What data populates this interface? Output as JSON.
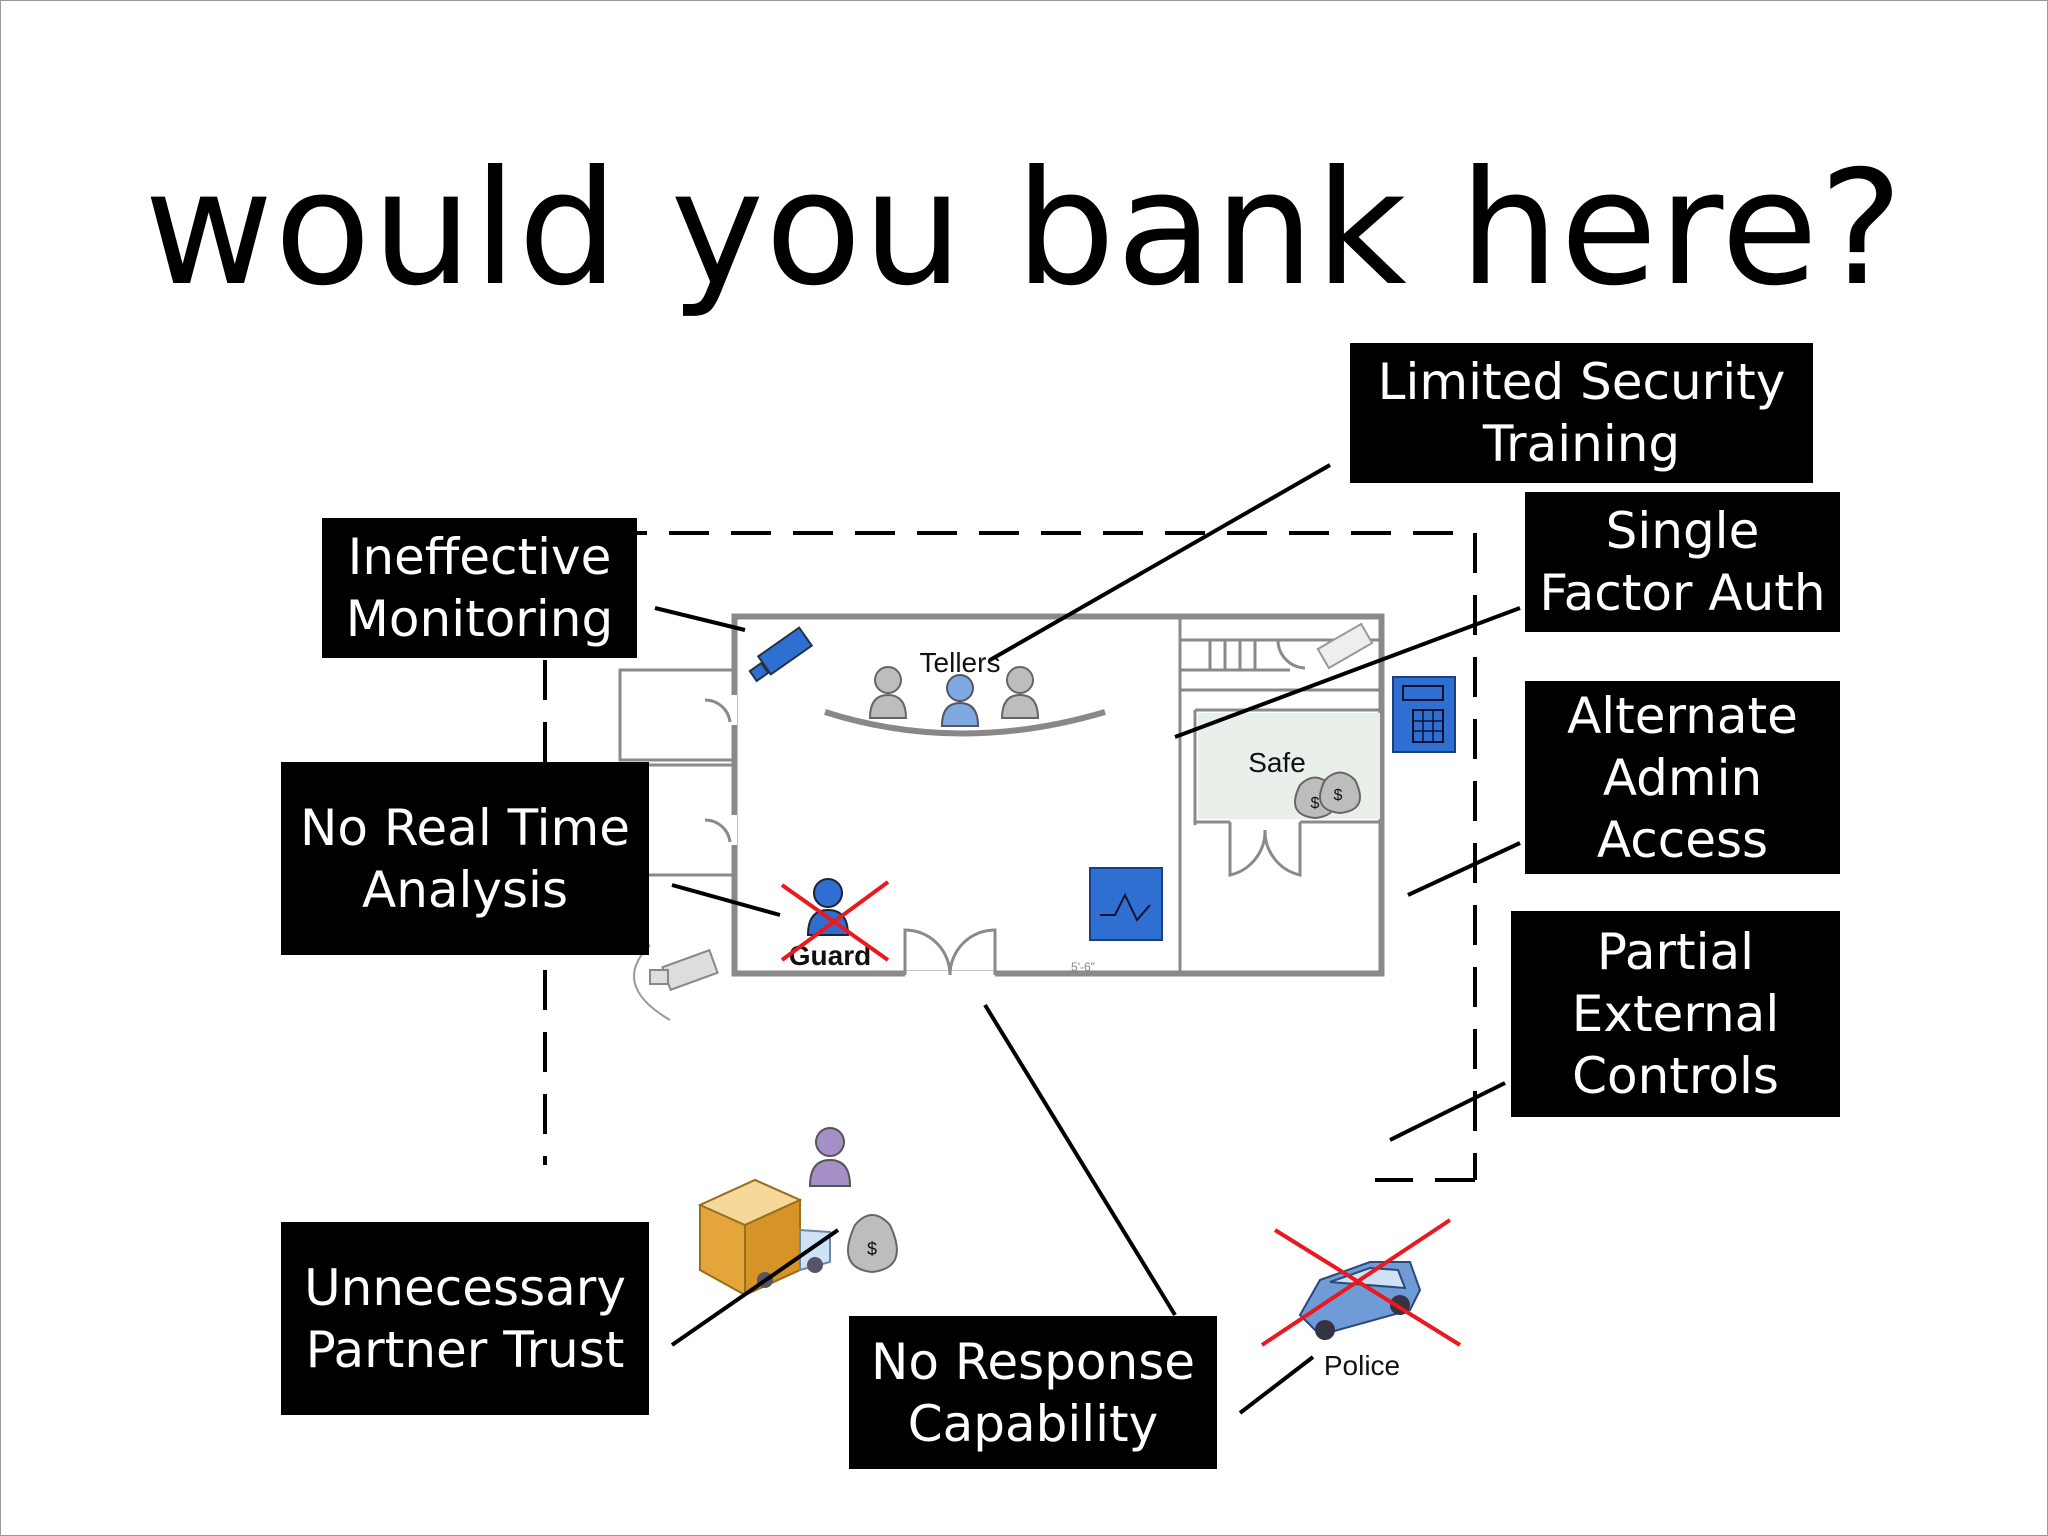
{
  "title": "would you bank here?",
  "callouts": {
    "ineffective_monitoring": [
      "Ineffective",
      "Monitoring"
    ],
    "limited_training": [
      "Limited Security",
      "Training"
    ],
    "single_factor": [
      "Single",
      "Factor Auth"
    ],
    "no_realtime": [
      "No Real Time",
      "Analysis"
    ],
    "alternate_admin": [
      "Alternate",
      "Admin",
      "Access"
    ],
    "partial_external": [
      "Partial",
      "External",
      "Controls"
    ],
    "unnecessary_trust": [
      "Unnecessary",
      "Partner Trust"
    ],
    "no_response": [
      "No Response",
      "Capability"
    ]
  },
  "floorplan": {
    "tellers": "Tellers",
    "safe": "Safe",
    "guard": "Guard",
    "police": "Police",
    "dimension": "5'-6\"",
    "money": "$"
  },
  "colors": {
    "callout_bg": "#000000",
    "person_gray": "#bdbdbd",
    "person_blue": "#7fa9e0",
    "equipment_blue": "#2f6fd1",
    "cross_red": "#e8191f",
    "suspect_purple": "#a48fc6",
    "crate": "#e4a63a"
  }
}
